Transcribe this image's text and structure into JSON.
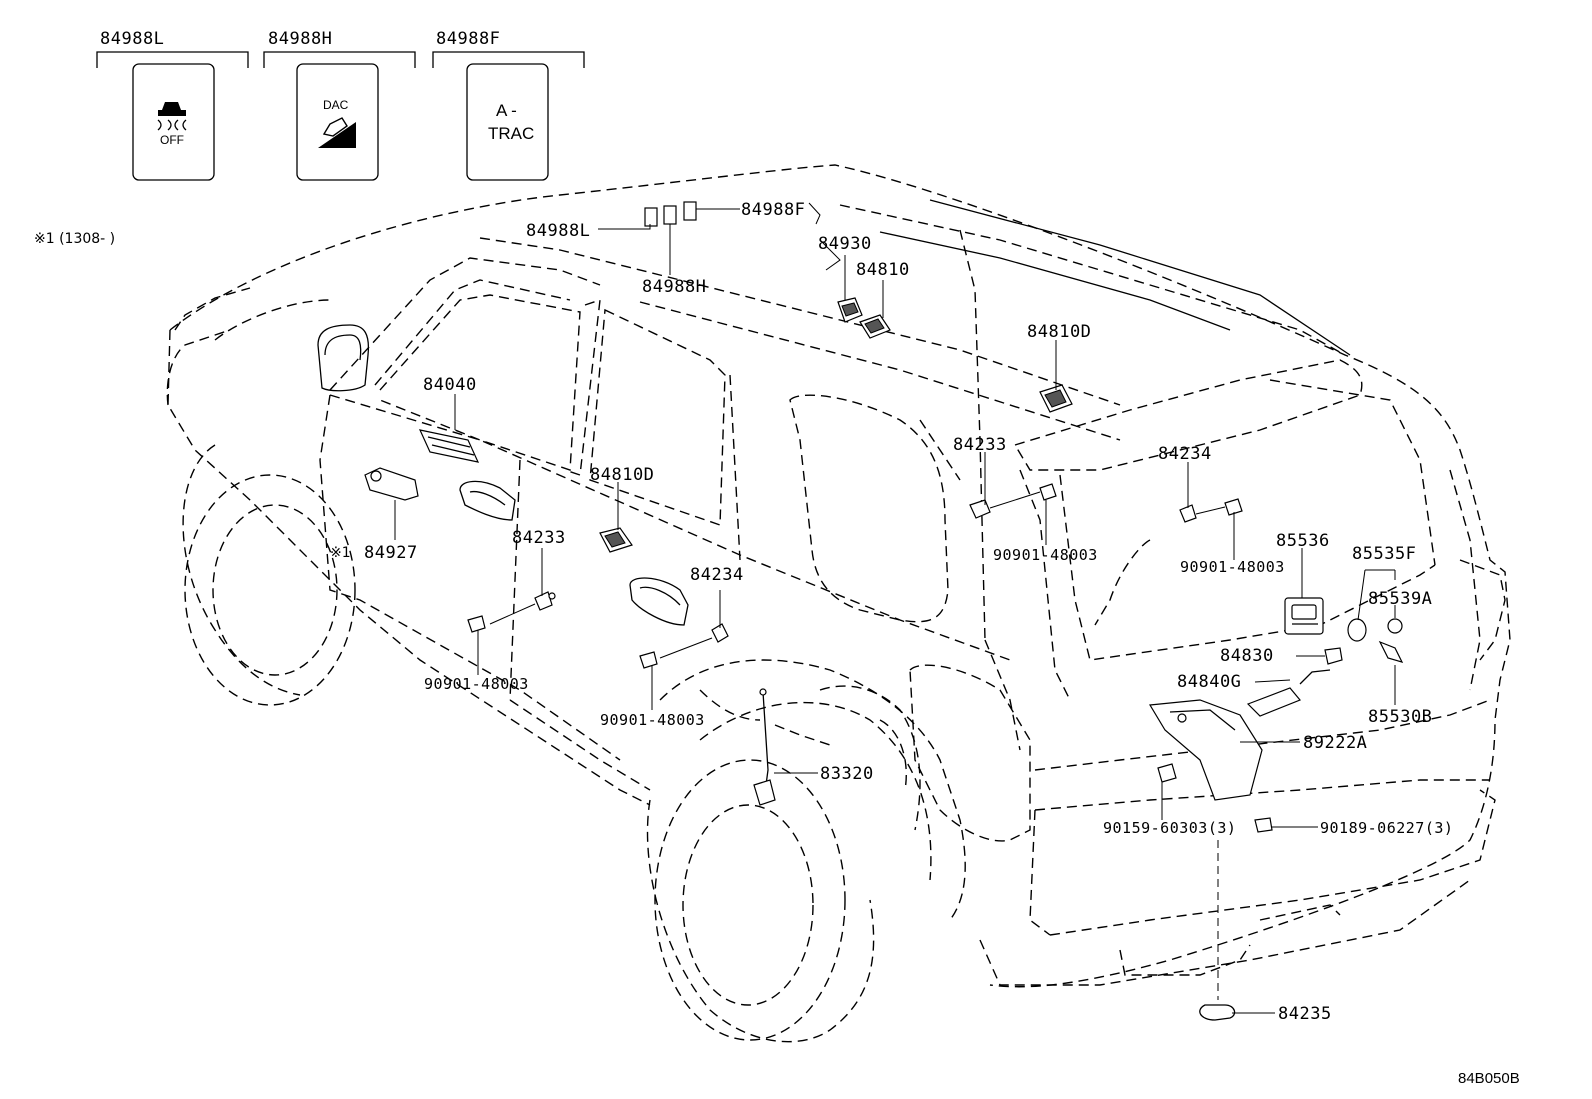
{
  "switch_panels": [
    {
      "part_no": "84988L",
      "icon": "vehicle-skid-off-icon",
      "label": "OFF"
    },
    {
      "part_no": "84988H",
      "icon": "downhill-assist-icon",
      "label": "DAC"
    },
    {
      "part_no": "84988F",
      "icon": "text-icon",
      "label": "A -\nTRAC",
      "line1": "A -",
      "line2": "TRAC"
    }
  ],
  "note": "※1 (1308-    )",
  "callouts": {
    "p84988F": "84988F",
    "p84988L": "84988L",
    "p84988H": "84988H",
    "p84930": "84930",
    "p84810": "84810",
    "p84810D_roof": "84810D",
    "p84040": "84040",
    "p84810D_door": "84810D",
    "p84927_mark": "※1",
    "p84927": "84927",
    "p84233_front": "84233",
    "p84234_rear": "84234",
    "p90901_front": "90901-48003",
    "p90901_rear": "90901-48003",
    "p84233_quarter": "84233",
    "p90901_quarter": "90901-48003",
    "p84234_gate": "84234",
    "p90901_gate": "90901-48003",
    "p85536": "85536",
    "p85535F": "85535F",
    "p85539A": "85539A",
    "p84830": "84830",
    "p84840G": "84840G",
    "p85530B": "85530B",
    "p89222A": "89222A",
    "p83320": "83320",
    "p90159": "90159-60303(3)",
    "p90189": "90189-06227(3)",
    "p84235": "84235"
  },
  "figure_code": "84B050B"
}
